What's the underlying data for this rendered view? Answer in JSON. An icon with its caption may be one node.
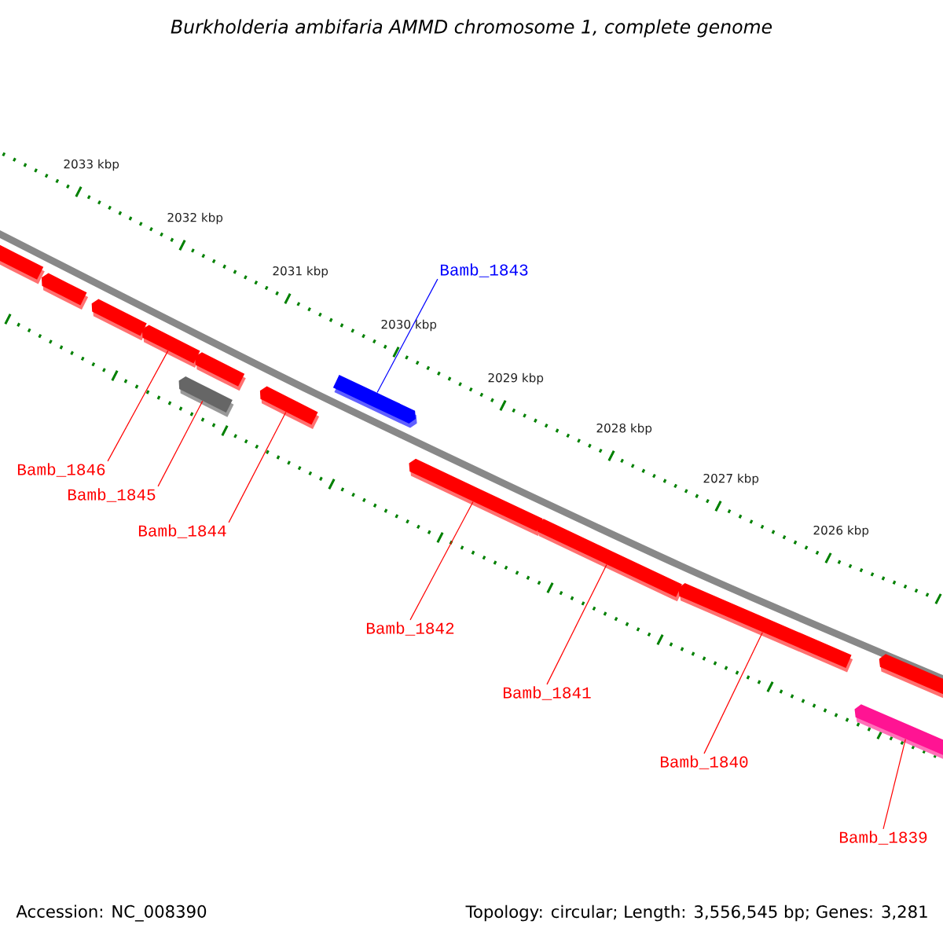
{
  "diagram": {
    "title": "Burkholderia ambifaria AMMD chromosome 1, complete genome",
    "nodes": [
      {
        "text": [],
        "shape": "bar"
      },
      {
        "text": [],
        "shape": "bar"
      },
      {
        "text": [],
        "shape": "bar"
      },
      {
        "text": [],
        "shape": "bar"
      },
      {
        "text": [],
        "shape": "bar"
      },
      {
        "text": [],
        "shape": "bar"
      },
      {
        "text": [],
        "shape": "bar"
      },
      {
        "text": [],
        "shape": "bar"
      },
      {
        "text": [],
        "shape": "bar"
      },
      {
        "text": [],
        "shape": "bar"
      },
      {
        "text": [],
        "shape": "bar"
      },
      {
        "text": [],
        "shape": "bar"
      },
      {
        "text": [],
        "shape": "bar"
      },
      {
        "text": [
          "Bamb_1843"
        ]
      },
      {
        "text": [
          "Bamb_1846"
        ]
      },
      {
        "text": [
          "Bamb_1845"
        ]
      },
      {
        "text": [
          "Bamb_1844"
        ]
      },
      {
        "text": [
          "Bamb_1842"
        ]
      },
      {
        "text": [
          "Bamb_1841"
        ]
      },
      {
        "text": [
          "Bamb_1840"
        ]
      },
      {
        "text": [
          "Bamb_1839"
        ]
      }
    ],
    "edges": [
      {
        "from": 13,
        "to": 7,
        "arrow": "none",
        "color": "#0000ff"
      },
      {
        "from": 14,
        "to": 3,
        "arrow": "none"
      },
      {
        "from": 15,
        "to": 5,
        "arrow": "none"
      },
      {
        "from": 16,
        "to": 6,
        "arrow": "none"
      },
      {
        "from": 17,
        "to": 8,
        "arrow": "none"
      },
      {
        "from": 18,
        "to": 9,
        "arrow": "none"
      },
      {
        "from": 19,
        "to": 10,
        "arrow": "none"
      },
      {
        "from": 20,
        "to": 12,
        "arrow": "none"
      }
    ],
    "labels": [
      "2033 kbp",
      "2032 kbp",
      "2031 kbp",
      "2030 kbp",
      "2029 kbp",
      "2028 kbp",
      "2027 kbp",
      "2026 kbp",
      "Accession: NC_008390",
      "Topology: circular; Length: 3,556,545 bp; Genes: 3,281"
    ]
  }
}
